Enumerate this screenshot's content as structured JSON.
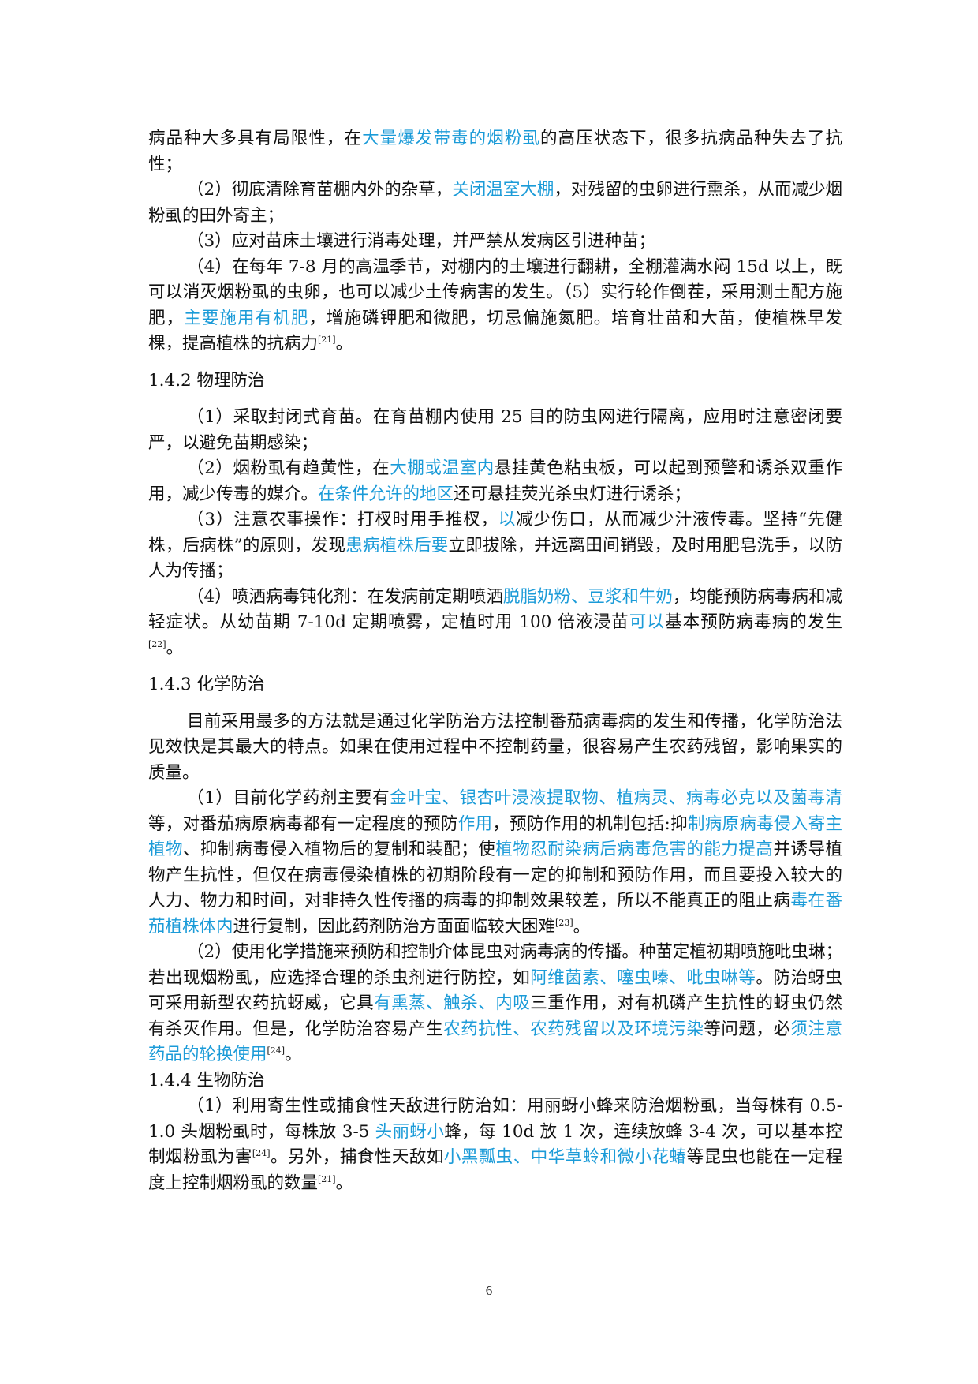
{
  "colors": {
    "highlight": "#1b9bd8",
    "text": "#111111"
  },
  "paragraphs": [
    {
      "kind": "para",
      "indent": false,
      "spans": [
        {
          "t": "病品种大多具有局限性，在"
        },
        {
          "t": "大量爆发带毒的烟粉虱",
          "hl": true
        },
        {
          "t": "的高压状态下，很多抗病品种失去了抗性；"
        }
      ]
    },
    {
      "kind": "para",
      "indent": true,
      "spans": [
        {
          "t": "（2）彻底清除育苗棚内外的杂草，"
        },
        {
          "t": "关闭温室大棚",
          "hl": true
        },
        {
          "t": "，对残留的虫卵进行熏杀，从而减少烟粉虱的田外寄主；"
        }
      ]
    },
    {
      "kind": "para",
      "indent": true,
      "spans": [
        {
          "t": "（3）应对苗床土壤进行消毒处理，并严禁从发病区引进种苗；"
        }
      ]
    },
    {
      "kind": "para",
      "indent": true,
      "spans": [
        {
          "t": "（4）在每年 7-8 月的高温季节，对棚内的土壤进行翻耕，全棚灌满水闷 15d 以上，既可以消灭烟粉虱的虫卵，也可以减少土传病害的发生。（5）实行轮作倒茬，采用测土配方施肥，"
        },
        {
          "t": "主要施用有机肥",
          "hl": true
        },
        {
          "t": "，增施磷钾肥和微肥，切忌偏施氮肥。培育壮苗和大苗，使植株早发棵，提高植株的抗病力"
        },
        {
          "t": "[21]",
          "sup": true
        },
        {
          "t": "。"
        }
      ]
    },
    {
      "kind": "heading",
      "spans": [
        {
          "t": "1.4.2 物理防治"
        }
      ]
    },
    {
      "kind": "para",
      "indent": true,
      "spans": [
        {
          "t": "（1）采取封闭式育苗。在育苗棚内使用 25 目的防虫网进行隔离，应用时注意密闭要严，以避免苗期感染；"
        }
      ]
    },
    {
      "kind": "para",
      "indent": true,
      "spans": [
        {
          "t": "（2）烟粉虱有趋黄性，在"
        },
        {
          "t": "大棚或温室内",
          "hl": true
        },
        {
          "t": "悬挂黄色粘虫板，可以起到预警和诱杀双重作用，减少传毒的媒介。"
        },
        {
          "t": "在条件允许的地区",
          "hl": true
        },
        {
          "t": "还可悬挂荧光杀虫灯进行诱杀；"
        }
      ]
    },
    {
      "kind": "para",
      "indent": true,
      "spans": [
        {
          "t": "（3）注意农事操作：打杈时用手推杈，"
        },
        {
          "t": "以",
          "hl": true
        },
        {
          "t": "减少伤口，从而减少汁液传毒。坚持“先健株，后病株”的原则，发现"
        },
        {
          "t": "患病植株后要",
          "hl": true
        },
        {
          "t": "立即拔除，并远离田间销毁，及时用肥皂洗手，以防人为传播；"
        }
      ]
    },
    {
      "kind": "para",
      "indent": true,
      "spans": [
        {
          "t": "（4）喷洒病毒钝化剂：在发病前定期喷洒"
        },
        {
          "t": "脱脂奶粉、豆浆和牛奶",
          "hl": true
        },
        {
          "t": "，均能预防病毒病和减轻症状。从幼苗期 7-10d 定期喷雾，定植时用 100 倍液浸苗"
        },
        {
          "t": "可以",
          "hl": true
        },
        {
          "t": "基本预防病毒病的发生"
        },
        {
          "t": "[22]",
          "sup": true
        },
        {
          "t": "。"
        }
      ]
    },
    {
      "kind": "heading",
      "spans": [
        {
          "t": "1.4.3 化学防治"
        }
      ]
    },
    {
      "kind": "para",
      "indent": true,
      "spans": [
        {
          "t": "目前采用最多的方法就是通过化学防治方法控制番茄病毒病的发生和传播，化学防治法见效快是其最大的特点。如果在使用过程中不控制药量，很容易产生农药残留，影响果实的质量。"
        }
      ]
    },
    {
      "kind": "para",
      "indent": true,
      "spans": [
        {
          "t": "（1）目前化学药剂主要有"
        },
        {
          "t": "金叶宝、银杏叶浸液提取物、植病灵、病毒必克以及菌毒清",
          "hl": true
        },
        {
          "t": "等，对番茄病原病毒都有一定程度的预防"
        },
        {
          "t": "作用",
          "hl": true
        },
        {
          "t": "，预防作用的机制包括:抑"
        },
        {
          "t": "制病原病毒侵入寄主植物",
          "hl": true
        },
        {
          "t": "、抑制病毒侵入植物后的复制和装配；使"
        },
        {
          "t": "植物忍耐染病后病毒危害的能力提高",
          "hl": true
        },
        {
          "t": "并诱导植物产生抗性，但仅在病毒侵染植株的初期阶段有一定的抑制和预防作用，而且要投入较大的人力、物力和时间，对非持久性传播的病毒的抑制效果较差，所以不能真正的阻止病"
        },
        {
          "t": "毒在番茄植株体内",
          "hl": true
        },
        {
          "t": "进行复制，因此药剂防治方面面临较大困难"
        },
        {
          "t": "[23]",
          "sup": true
        },
        {
          "t": "。"
        }
      ]
    },
    {
      "kind": "para",
      "indent": true,
      "spans": [
        {
          "t": "（2）使用化学措施来预防和控制介体昆虫对病毒病的传播。种苗定植初期喷施吡虫琳；若出现烟粉虱，应选择合理的杀虫剂进行防控，如"
        },
        {
          "t": "阿维菌素、噻虫嗪、吡虫啉等",
          "hl": true
        },
        {
          "t": "。防治蚜虫可采用新型农药抗蚜威，它具"
        },
        {
          "t": "有熏蒸、触杀、内吸",
          "hl": true
        },
        {
          "t": "三重作用，对有机磷产生抗性的蚜虫仍然有杀灭作用。但是，化学防治容易产生"
        },
        {
          "t": "农药抗性、农药残留以及环境污染",
          "hl": true
        },
        {
          "t": "等问题，必"
        },
        {
          "t": "须注意药品的轮换使用",
          "hl": true
        },
        {
          "t": "[24]",
          "sup": true
        },
        {
          "t": "。"
        }
      ]
    },
    {
      "kind": "heading-tight",
      "spans": [
        {
          "t": "1.4.4 生物防治"
        }
      ]
    },
    {
      "kind": "para",
      "indent": true,
      "spans": [
        {
          "t": "（1）利用寄生性或捕食性天敌进行防治如：用丽蚜小蜂来防治烟粉虱，当每株有 0.5-1.0 头烟粉虱时，每株放 3-5 "
        },
        {
          "t": "头丽蚜小",
          "hl": true
        },
        {
          "t": "蜂，每 10d 放 1 次，连续放蜂 3-4 次，可以基本控制烟粉虱为害"
        },
        {
          "t": "[24]",
          "sup": true
        },
        {
          "t": "。另外，捕食性天敌如"
        },
        {
          "t": "小黑瓢虫、中华草蛉和微小花蝽",
          "hl": true
        },
        {
          "t": "等昆虫也能在一定程度上控制烟粉虱的数量"
        },
        {
          "t": "[21]",
          "sup": true
        },
        {
          "t": "。"
        }
      ]
    }
  ],
  "page_number": "6"
}
